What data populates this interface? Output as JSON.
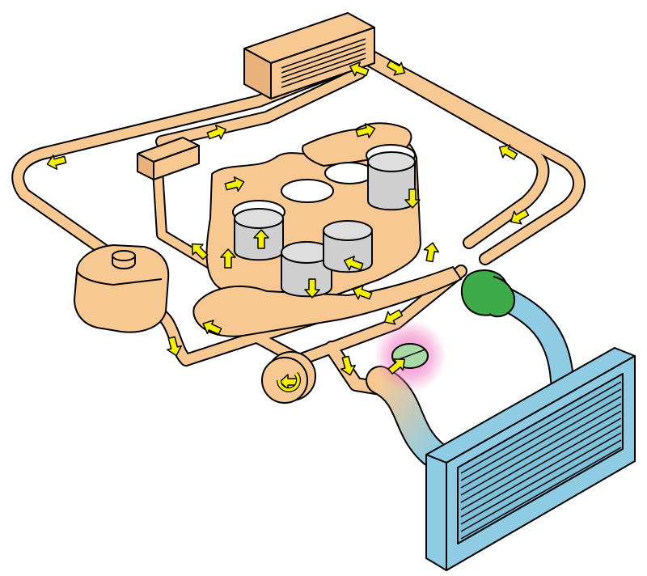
{
  "diagram": {
    "subject": "engine-cooling-circuit",
    "text_labels": [],
    "colors": {
      "warm_coolant": "#F8C893",
      "cold_coolant": "#8FCCE4",
      "flow_arrow": "#F5F000",
      "piston": "#CFCFCF",
      "water_pump": "#3FAA4A",
      "thermostat": "#A9D9A7",
      "thermostat_glow": "#F07AC2",
      "outline": "#000000"
    },
    "components": [
      "heater-core",
      "reservoir",
      "control-box",
      "expansion-tank",
      "engine-block",
      "cylinders",
      "pistons",
      "water-pump",
      "thermostat",
      "pulley",
      "radiator"
    ],
    "flow_arrow_count": 24
  }
}
